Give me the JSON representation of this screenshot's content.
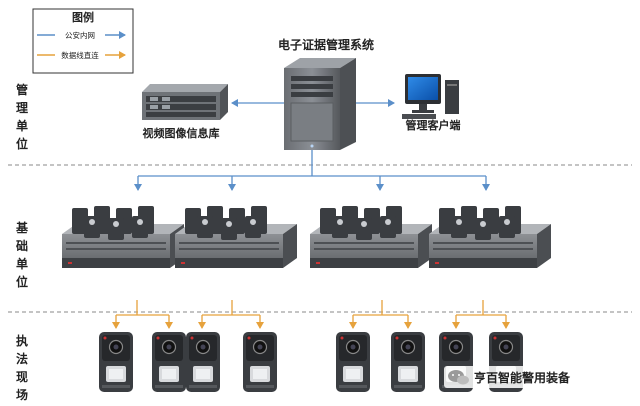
{
  "legend": {
    "title": "图例",
    "items": [
      {
        "label": "公安内网",
        "color": "#5b8fc9"
      },
      {
        "label": "数据线直连",
        "color": "#e6a23c"
      }
    ]
  },
  "tiers": [
    "管理单位",
    "基础单位",
    "执法现场"
  ],
  "nodes": {
    "system": "电子证据管理系统",
    "library": "视频图像信息库",
    "client": "管理客户端"
  },
  "watermark": "亨百智能警用装备",
  "colors": {
    "network": "#5b8fc9",
    "cable": "#e6a23c",
    "divider": "#8a8a8a"
  },
  "icons": [
    "server-tower-icon",
    "rack-server-icon",
    "computer-icon",
    "docking-station-icon",
    "bodycam-icon",
    "wechat-icon"
  ]
}
